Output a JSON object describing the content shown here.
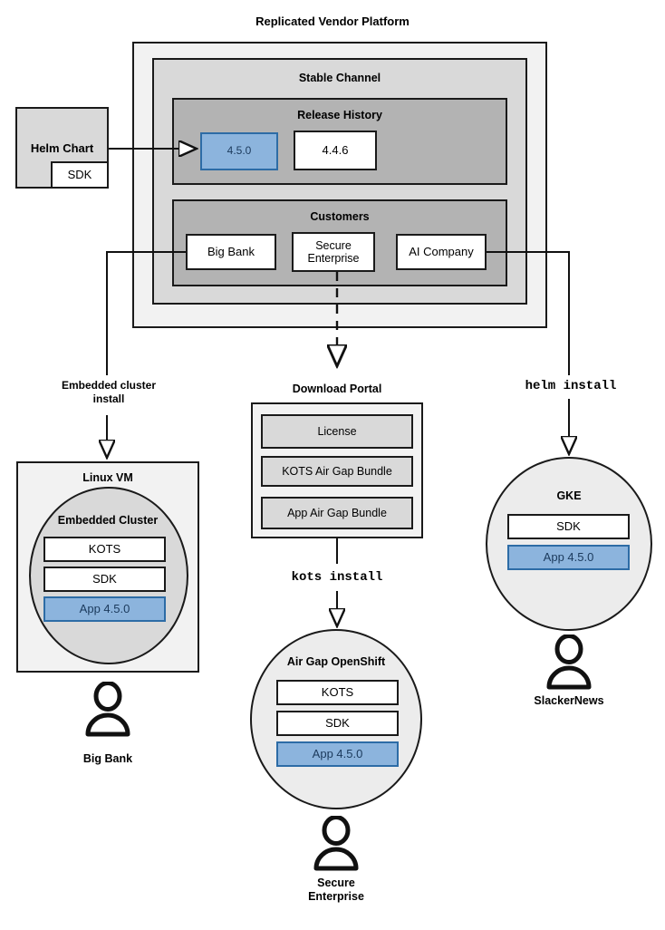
{
  "title": "Replicated Vendor Platform",
  "platform": {
    "channel_label": "Stable Channel",
    "release_history": {
      "label": "Release History",
      "releases": [
        {
          "version": "4.5.0",
          "state": "current",
          "color": "#8cb4dd"
        },
        {
          "version": "4.4.6",
          "state": "previous",
          "color": "#ffffff"
        }
      ]
    },
    "customers": {
      "label": "Customers",
      "items": [
        {
          "name": "Big Bank"
        },
        {
          "name": "Secure Enterprise"
        },
        {
          "name": "AI Company"
        }
      ]
    }
  },
  "helm_chart": {
    "label": "Helm Chart",
    "sdk_label": "SDK"
  },
  "flows": {
    "embedded_cluster_install": "Embedded cluster\ninstall",
    "embedded_cluster_install_line1": "Embedded cluster",
    "embedded_cluster_install_line2": "install",
    "helm_install": "helm install",
    "kots_install": "kots install"
  },
  "download_portal": {
    "label": "Download Portal",
    "artifacts": [
      {
        "name": "License"
      },
      {
        "name": "KOTS Air Gap Bundle"
      },
      {
        "name": "App Air Gap Bundle"
      }
    ]
  },
  "targets": [
    {
      "id": "linux-vm",
      "label": "Linux VM",
      "inner_label": "Embedded Cluster",
      "components": [
        {
          "name": "KOTS",
          "highlight": false
        },
        {
          "name": "SDK",
          "highlight": false
        },
        {
          "name": "App 4.5.0",
          "highlight": true
        }
      ],
      "customer": "Big Bank"
    },
    {
      "id": "air-gap-openshift",
      "label": "Air Gap OpenShift",
      "components": [
        {
          "name": "KOTS",
          "highlight": false
        },
        {
          "name": "SDK",
          "highlight": false
        },
        {
          "name": "App 4.5.0",
          "highlight": true
        }
      ],
      "customer_line1": "Secure",
      "customer_line2": "Enterprise"
    },
    {
      "id": "gke",
      "label": "GKE",
      "components": [
        {
          "name": "SDK",
          "highlight": false
        },
        {
          "name": "App 4.5.0",
          "highlight": true
        }
      ],
      "customer": "SlackerNews"
    }
  ],
  "colors": {
    "accent_blue_fill": "#8cb4dd",
    "accent_blue_border": "#2d6ca6",
    "accent_blue_text": "#1b3a5c",
    "stroke": "#1a1a1a",
    "shade_outer": "#f2f2f2",
    "shade_mid": "#d9d9d9",
    "shade_inner": "#b3b3b3"
  }
}
